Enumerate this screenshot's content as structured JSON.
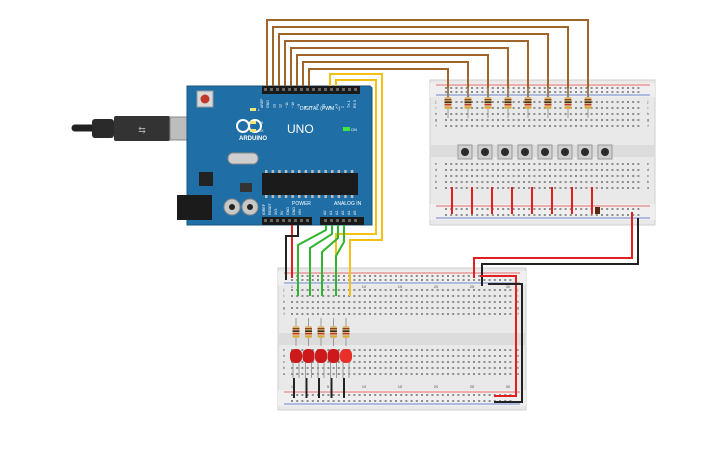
{
  "arduino": {
    "logo_text": "ARDUINO",
    "model": "UNO",
    "digital_label": "DIGITAL (PWM ~)",
    "analog_label": "ANALOG IN",
    "power_label": "POWER",
    "on_label": "ON",
    "aref_label": "AREF",
    "gnd_label": "GND",
    "tx_label": "TX",
    "rx_label": "RX",
    "l_label": "L",
    "digital_pins": [
      "13",
      "12",
      "~11",
      "~10",
      "~9",
      "8",
      "7",
      "~6",
      "~5",
      "4",
      "~3",
      "2",
      "TX 1",
      "RX 0"
    ],
    "power_pins": [
      "IOREF",
      "RESET",
      "3V3",
      "5V",
      "GND",
      "GND",
      "VIN"
    ],
    "analog_pins": [
      "A0",
      "A1",
      "A2",
      "A3",
      "A4",
      "A5"
    ]
  },
  "breadboard_top": {
    "row_labels": [
      "j",
      "i",
      "h",
      "g",
      "f",
      "e",
      "d",
      "c",
      "b",
      "a"
    ]
  },
  "breadboard_bottom": {
    "row_labels": [
      "j",
      "i",
      "h",
      "g",
      "f",
      "e",
      "d",
      "c",
      "b",
      "a"
    ],
    "column_numbers": [
      "1",
      "5",
      "10",
      "15",
      "20",
      "25",
      "30"
    ]
  },
  "colors": {
    "arduino_board": "#1f6fa6",
    "wire_brown": "#a0652a",
    "wire_yellow": "#f2c114",
    "wire_green": "#2fb52f",
    "wire_red": "#e02020",
    "wire_black": "#222222",
    "led_red": "#cc1a1a",
    "breadboard": "#e9e9e9"
  }
}
